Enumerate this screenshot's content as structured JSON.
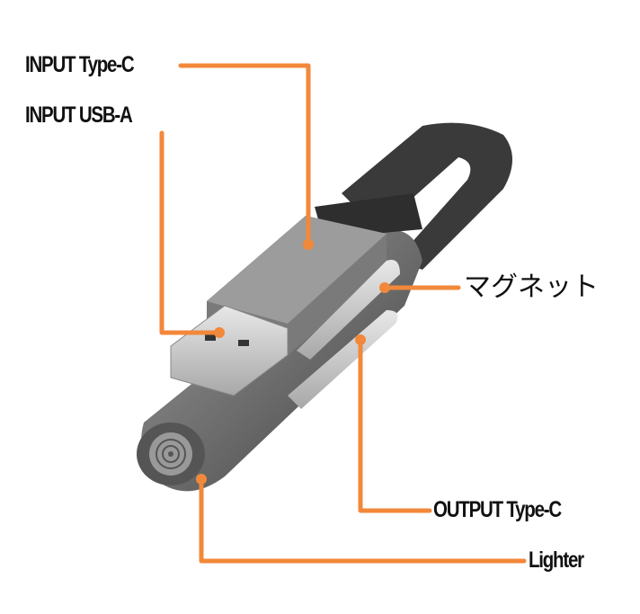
{
  "accent_color": "#f2883a",
  "labels": {
    "input_type_c": "INPUT Type-C",
    "input_usb_a": "INPUT USB-A",
    "magnet": "マグネット",
    "output_type_c": "OUTPUT Type-C",
    "lighter": "Lighter"
  }
}
